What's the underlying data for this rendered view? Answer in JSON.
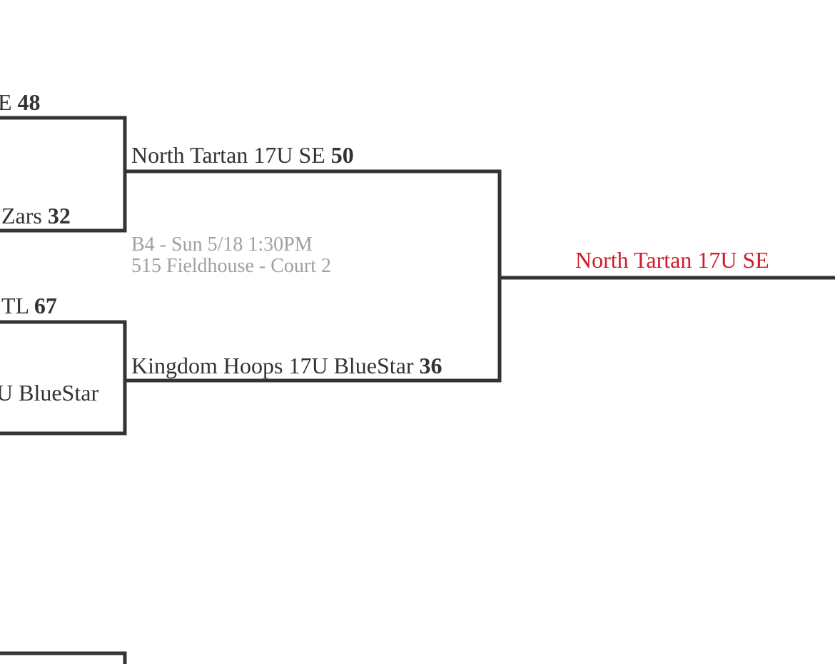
{
  "colors": {
    "line": "#333333",
    "team_text": "#333333",
    "meta_text": "#a0a0a0",
    "winner_text": "#d01c2a"
  },
  "round1": [
    {
      "team_top": {
        "name": "E",
        "score": "48"
      },
      "team_bottom": {
        "name": "Zars",
        "score": "32"
      }
    },
    {
      "team_top": {
        "name": "TL",
        "score": "67"
      },
      "team_bottom": {
        "name": "U BlueStar",
        "score": ""
      }
    }
  ],
  "round2": {
    "team_top": {
      "name": "North Tartan 17U SE",
      "score": "50"
    },
    "game_info": "B4 - Sun 5/18 1:30PM",
    "location": "515 Fieldhouse - Court 2",
    "team_bottom": {
      "name": "Kingdom Hoops 17U BlueStar",
      "score": "36"
    }
  },
  "round3": {
    "winner": "North Tartan 17U SE"
  }
}
